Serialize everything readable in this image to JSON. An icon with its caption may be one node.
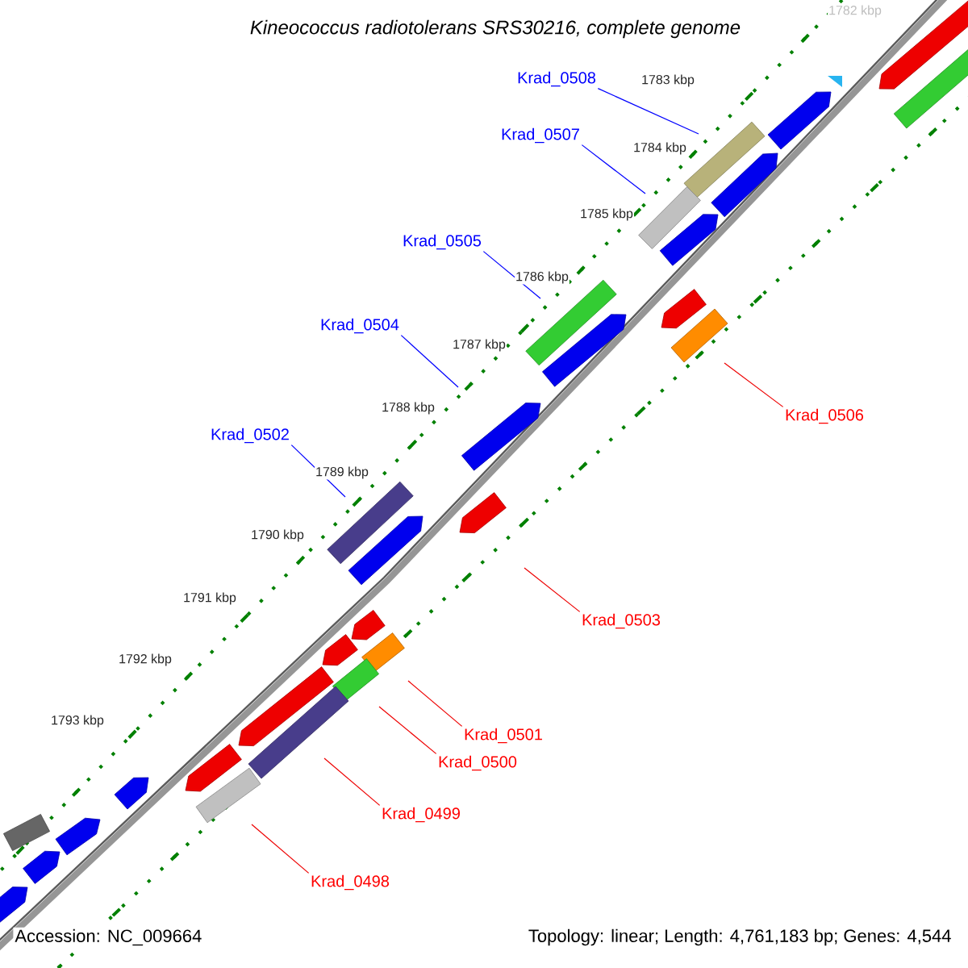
{
  "diagram": {
    "title": "Kineococcus radiotolerans SRS30216, complete genome",
    "nodes": [
      {
        "text": [
          "Krad_0508"
        ]
      },
      {
        "text": [
          "Krad_0507"
        ]
      },
      {
        "text": [
          "Krad_0505"
        ]
      },
      {
        "text": [
          "Krad_0504"
        ]
      },
      {
        "text": [
          "Krad_0506"
        ]
      },
      {
        "text": [
          "Krad_0502"
        ]
      },
      {
        "text": [
          "Krad_0503"
        ]
      },
      {
        "text": [
          "Krad_0501"
        ]
      },
      {
        "text": [
          "Krad_0500"
        ]
      },
      {
        "text": [
          "Krad_0499"
        ]
      },
      {
        "text": [
          "Krad_0498"
        ]
      }
    ],
    "edges": [
      {
        "from": 0,
        "to": null,
        "arrow": "none",
        "color": "#0000ff"
      },
      {
        "from": 1,
        "to": null,
        "arrow": "none",
        "color": "#0000ff"
      },
      {
        "from": 2,
        "to": null,
        "arrow": "none",
        "color": "#0000ff"
      },
      {
        "from": 3,
        "to": null,
        "arrow": "none",
        "color": "#0000ff"
      },
      {
        "from": 4,
        "to": null,
        "arrow": "none"
      },
      {
        "from": 5,
        "to": null,
        "arrow": "none",
        "color": "#0000ff"
      },
      {
        "from": 6,
        "to": null,
        "arrow": "none"
      },
      {
        "from": 7,
        "to": null,
        "arrow": "none"
      },
      {
        "from": 8,
        "to": null,
        "arrow": "none"
      },
      {
        "from": 9,
        "to": null,
        "arrow": "none"
      },
      {
        "from": 10,
        "to": null,
        "arrow": "none"
      }
    ],
    "labels": [
      "1782 kbp",
      "1783 kbp",
      "1784 kbp",
      "1785 kbp",
      "1786 kbp",
      "1787 kbp",
      "1788 kbp",
      "1789 kbp",
      "1790 kbp",
      "1791 kbp",
      "1792 kbp",
      "1793 kbp",
      "Accession: NC_009664",
      "Topology: linear; Length: 4,761,183 bp; Genes: 4,544"
    ]
  }
}
